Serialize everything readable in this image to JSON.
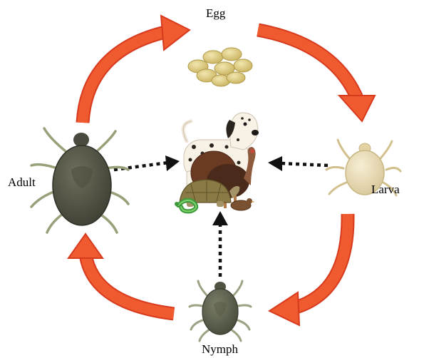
{
  "title": "",
  "stages": {
    "egg": "Egg",
    "larva": "Larva",
    "nymph": "Nymph",
    "adult": "Adult"
  },
  "center_hosts": [
    "dog-icon",
    "turkey-icon",
    "tortoise-icon",
    "snake-icon",
    "bird-icon"
  ],
  "colors": {
    "cycle_arrow": "#ef5a2f",
    "cycle_arrow_outline": "#d83a1e",
    "egg": "#d8c67a",
    "larva": "#e8dbb0",
    "nymph": "#5f6452",
    "adult": "#58594a",
    "dotted_arrow": "#111111"
  }
}
